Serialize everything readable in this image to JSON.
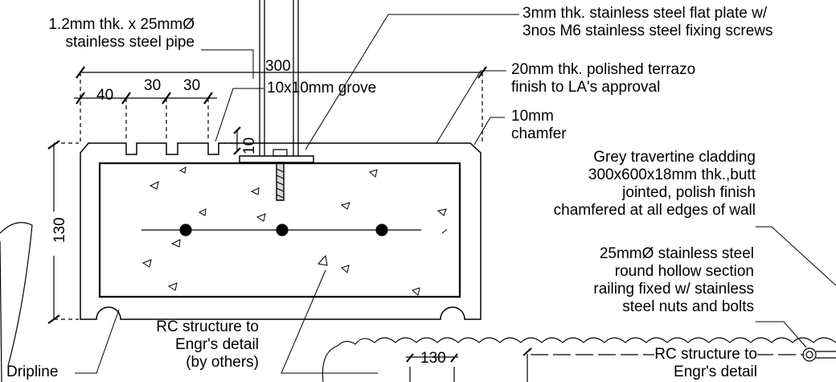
{
  "labels": {
    "pipe": [
      "1.2mm thk. x 25mmØ",
      "stainless steel pipe"
    ],
    "plate": [
      "3mm thk. stainless steel flat plate w/",
      "3nos M6 stainless steel fixing screws"
    ],
    "terrazo": [
      "20mm thk. polished terrazo",
      "finish to LA's approval"
    ],
    "chamfer": [
      "10mm",
      "chamfer"
    ],
    "cladding": [
      "Grey travertine cladding",
      "300x600x18mm thk.,butt",
      "jointed, polish finish",
      "chamfered at all edges of wall"
    ],
    "railing": [
      "25mmØ stainless steel",
      "round hollow section",
      "railing fixed w/ stainless",
      "steel nuts and bolts"
    ],
    "rc_left": [
      "RC structure to",
      "Engr's detail",
      "(by others)"
    ],
    "rc_right": [
      "RC structure to",
      "Engr's detail"
    ],
    "dripline": "Dripline",
    "grove": "10x10mm grove"
  },
  "dimensions": {
    "overall_width": "300",
    "d40": "40",
    "d30a": "30",
    "d30b": "30",
    "height": "130",
    "d10": "10",
    "bottom_130": "130"
  }
}
